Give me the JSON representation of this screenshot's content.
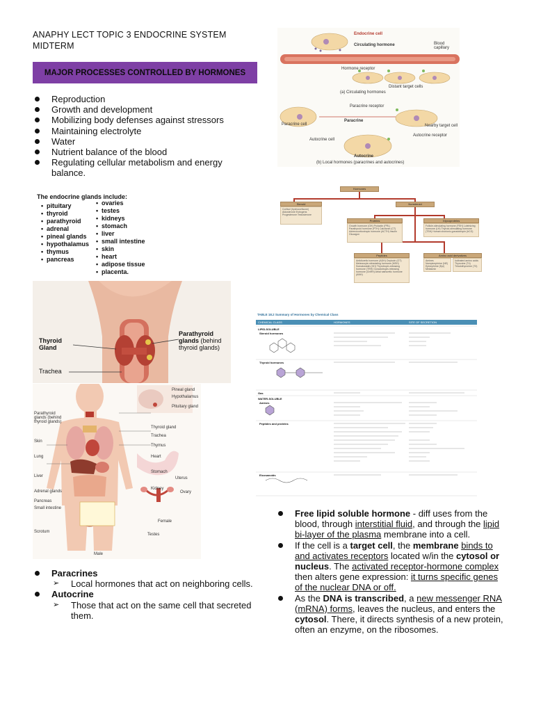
{
  "doc_title": "ANAPHY LECT TOPIC 3 ENDOCRINE SYSTEM MIDTERM",
  "banner": "MAJOR PROCESSES CONTROLLED BY HORMONES",
  "processes": [
    "Reproduction",
    "Growth and development",
    "Mobilizing body defenses against stressors",
    "Maintaining electrolyte",
    "Water",
    "Nutrient balance of the blood",
    "Regulating cellular metabolism and energy balance."
  ],
  "glands_figure": {
    "heading": "The endocrine glands include:",
    "col1": [
      "pituitary",
      "thyroid",
      "parathyroid",
      "adrenal",
      "pineal glands",
      "hypothalamus",
      "thymus",
      "pancreas"
    ],
    "col2": [
      "ovaries",
      "testes",
      "kidneys",
      "stomach",
      "liver",
      "small intestine",
      "skin",
      "heart",
      "adipose tissue",
      "placenta."
    ]
  },
  "neck_figure": {
    "thyroid": "Thyroid Gland",
    "parathyroid_bold": "Parathyroid glands",
    "parathyroid_rest": " (behind thyroid glands)",
    "trachea": "Trachea"
  },
  "body_figure": {
    "labels_left": [
      "Parathyroid glands (behind thyroid glands)",
      "Skin",
      "Lung",
      "Liver",
      "Adrenal glands",
      "Pancreas",
      "Small intestine",
      "Scrotum"
    ],
    "labels_right": [
      "Pineal gland",
      "Hypothalamus",
      "Pituitary gland",
      "Thyroid gland",
      "Trachea",
      "Thymus",
      "Heart",
      "Stomach",
      "Kidney",
      "Uterus",
      "Ovary",
      "Female",
      "Testes"
    ],
    "male": "Male"
  },
  "hormone_figure": {
    "endocrine_cell": "Endocrine cell",
    "circulating_hormone": "Circulating hormone",
    "blood_capillary": "Blood capillary",
    "hormone_receptor": "Hormone receptor",
    "distant_target": "Distant target cells",
    "caption_a": "(a) Circulating hormones",
    "paracrine_receptor": "Paracrine receptor",
    "paracrine_cell": "Paracrine cell",
    "paracrine": "Paracrine",
    "nearby_target": "Nearby target cell",
    "autocrine_receptor": "Autocrine receptor",
    "autocrine_cell": "Autocrine cell",
    "autocrine": "Autocrine",
    "caption_b": "(b) Local hormones (paracrines and autocrines)"
  },
  "class_figure": {
    "root": "Hormones",
    "steroid": "Steroid",
    "nonsteroid": "Nonsteroid",
    "steroid_items": "Cortisol (hydrocortisone) Aldosterone Estrogens Progesterone Testosterone",
    "proteins": "Proteins",
    "protein_items": "Growth hormone (GH) Prolactin (PRL) Parathyroid hormone (PTH) Calcitonin (CT) Adrenocorticotropic hormone (ACTH) Insulin Glucagon",
    "glycoproteins": "Glycoproteins",
    "glyco_items": "Follicle-stimulating hormone (FSH) Luteinizing hormone (LH) Thyroid-stimulating hormone (TSH) Human chorionic gonadotropin (hCG)",
    "peptides": "Peptides",
    "peptide_items": "Antidiuretic hormone (ADH) Oxytocin (OT) Melanocyte-stimulating hormone (MSH) Somatostatin (GH) Thyrotropin-releasing hormone (TRH) Gonadotropin-releasing hormone (GnRH) Atrial natriuretic hormone (ANH)",
    "amino": "Amino acid derivatives",
    "amino_items_a": "Amines Norepinephrine (NE) Epinephrine (Epi) Melatonin",
    "amino_items_b": "Iodinated amino acids Thyroxine (T4) Triiodothyronine (T3)"
  },
  "table_figure": {
    "caption": "TABLE 18.2 Summary of Hormones by Chemical Class",
    "col1": "CHEMICAL CLASS",
    "col2": "HORMONES",
    "col3": "SITE OF SECRETION",
    "lipid_soluble": "LIPID-SOLUBLE",
    "steroid": "Steroid hormones",
    "thyroid": "Thyroid hormones",
    "gas": "Gas",
    "water_soluble": "WATER-SOLUBLE",
    "amines": "Amines",
    "peptides": "Peptides and proteins",
    "eicosanoids": "Eicosanoids"
  },
  "local_hormones": [
    {
      "term": "Paracrines",
      "desc": "Local hormones that act on neighboring cells."
    },
    {
      "term": "Autocrine",
      "desc": "Those that act on the same cell that secreted them."
    }
  ],
  "lipid_points": {
    "p1_bold": "Free lipid soluble hormone",
    "p1_a": " - diff uses from the blood, through ",
    "p1_u1": "interstitial fluid",
    "p1_b": ", and through the ",
    "p1_u2": "lipid bi-layer of the plasma",
    "p1_c": " membrane into a cell.",
    "p2_a": "If the cell is a ",
    "p2_b1": "target cell",
    "p2_b": ", the ",
    "p2_b2": "membrane",
    "p2_c": " ",
    "p2_u1": "binds to and activates receptors",
    "p2_d": " located w/in the ",
    "p2_b3": "cytosol or nucleus",
    "p2_e": ". The ",
    "p2_u2": "activated receptor-hormone complex",
    "p2_f": " then alters gene expression: ",
    "p2_u3": "it turns specific genes of the nuclear DNA or off.",
    "p3_a": "As the ",
    "p3_b1": "DNA is transcribed",
    "p3_b": ", a ",
    "p3_u1": "new messenger RNA (mRNA) forms",
    "p3_c": ", leaves the nucleus, and enters the ",
    "p3_b2": "cytosol",
    "p3_d": ". There, it directs synthesis of a new protein, often an enzyme, on the ribosomes."
  },
  "colors": {
    "banner": "#7e3fa5",
    "figure_red": "#c04a3a",
    "table_header": "#4a8fb5"
  }
}
